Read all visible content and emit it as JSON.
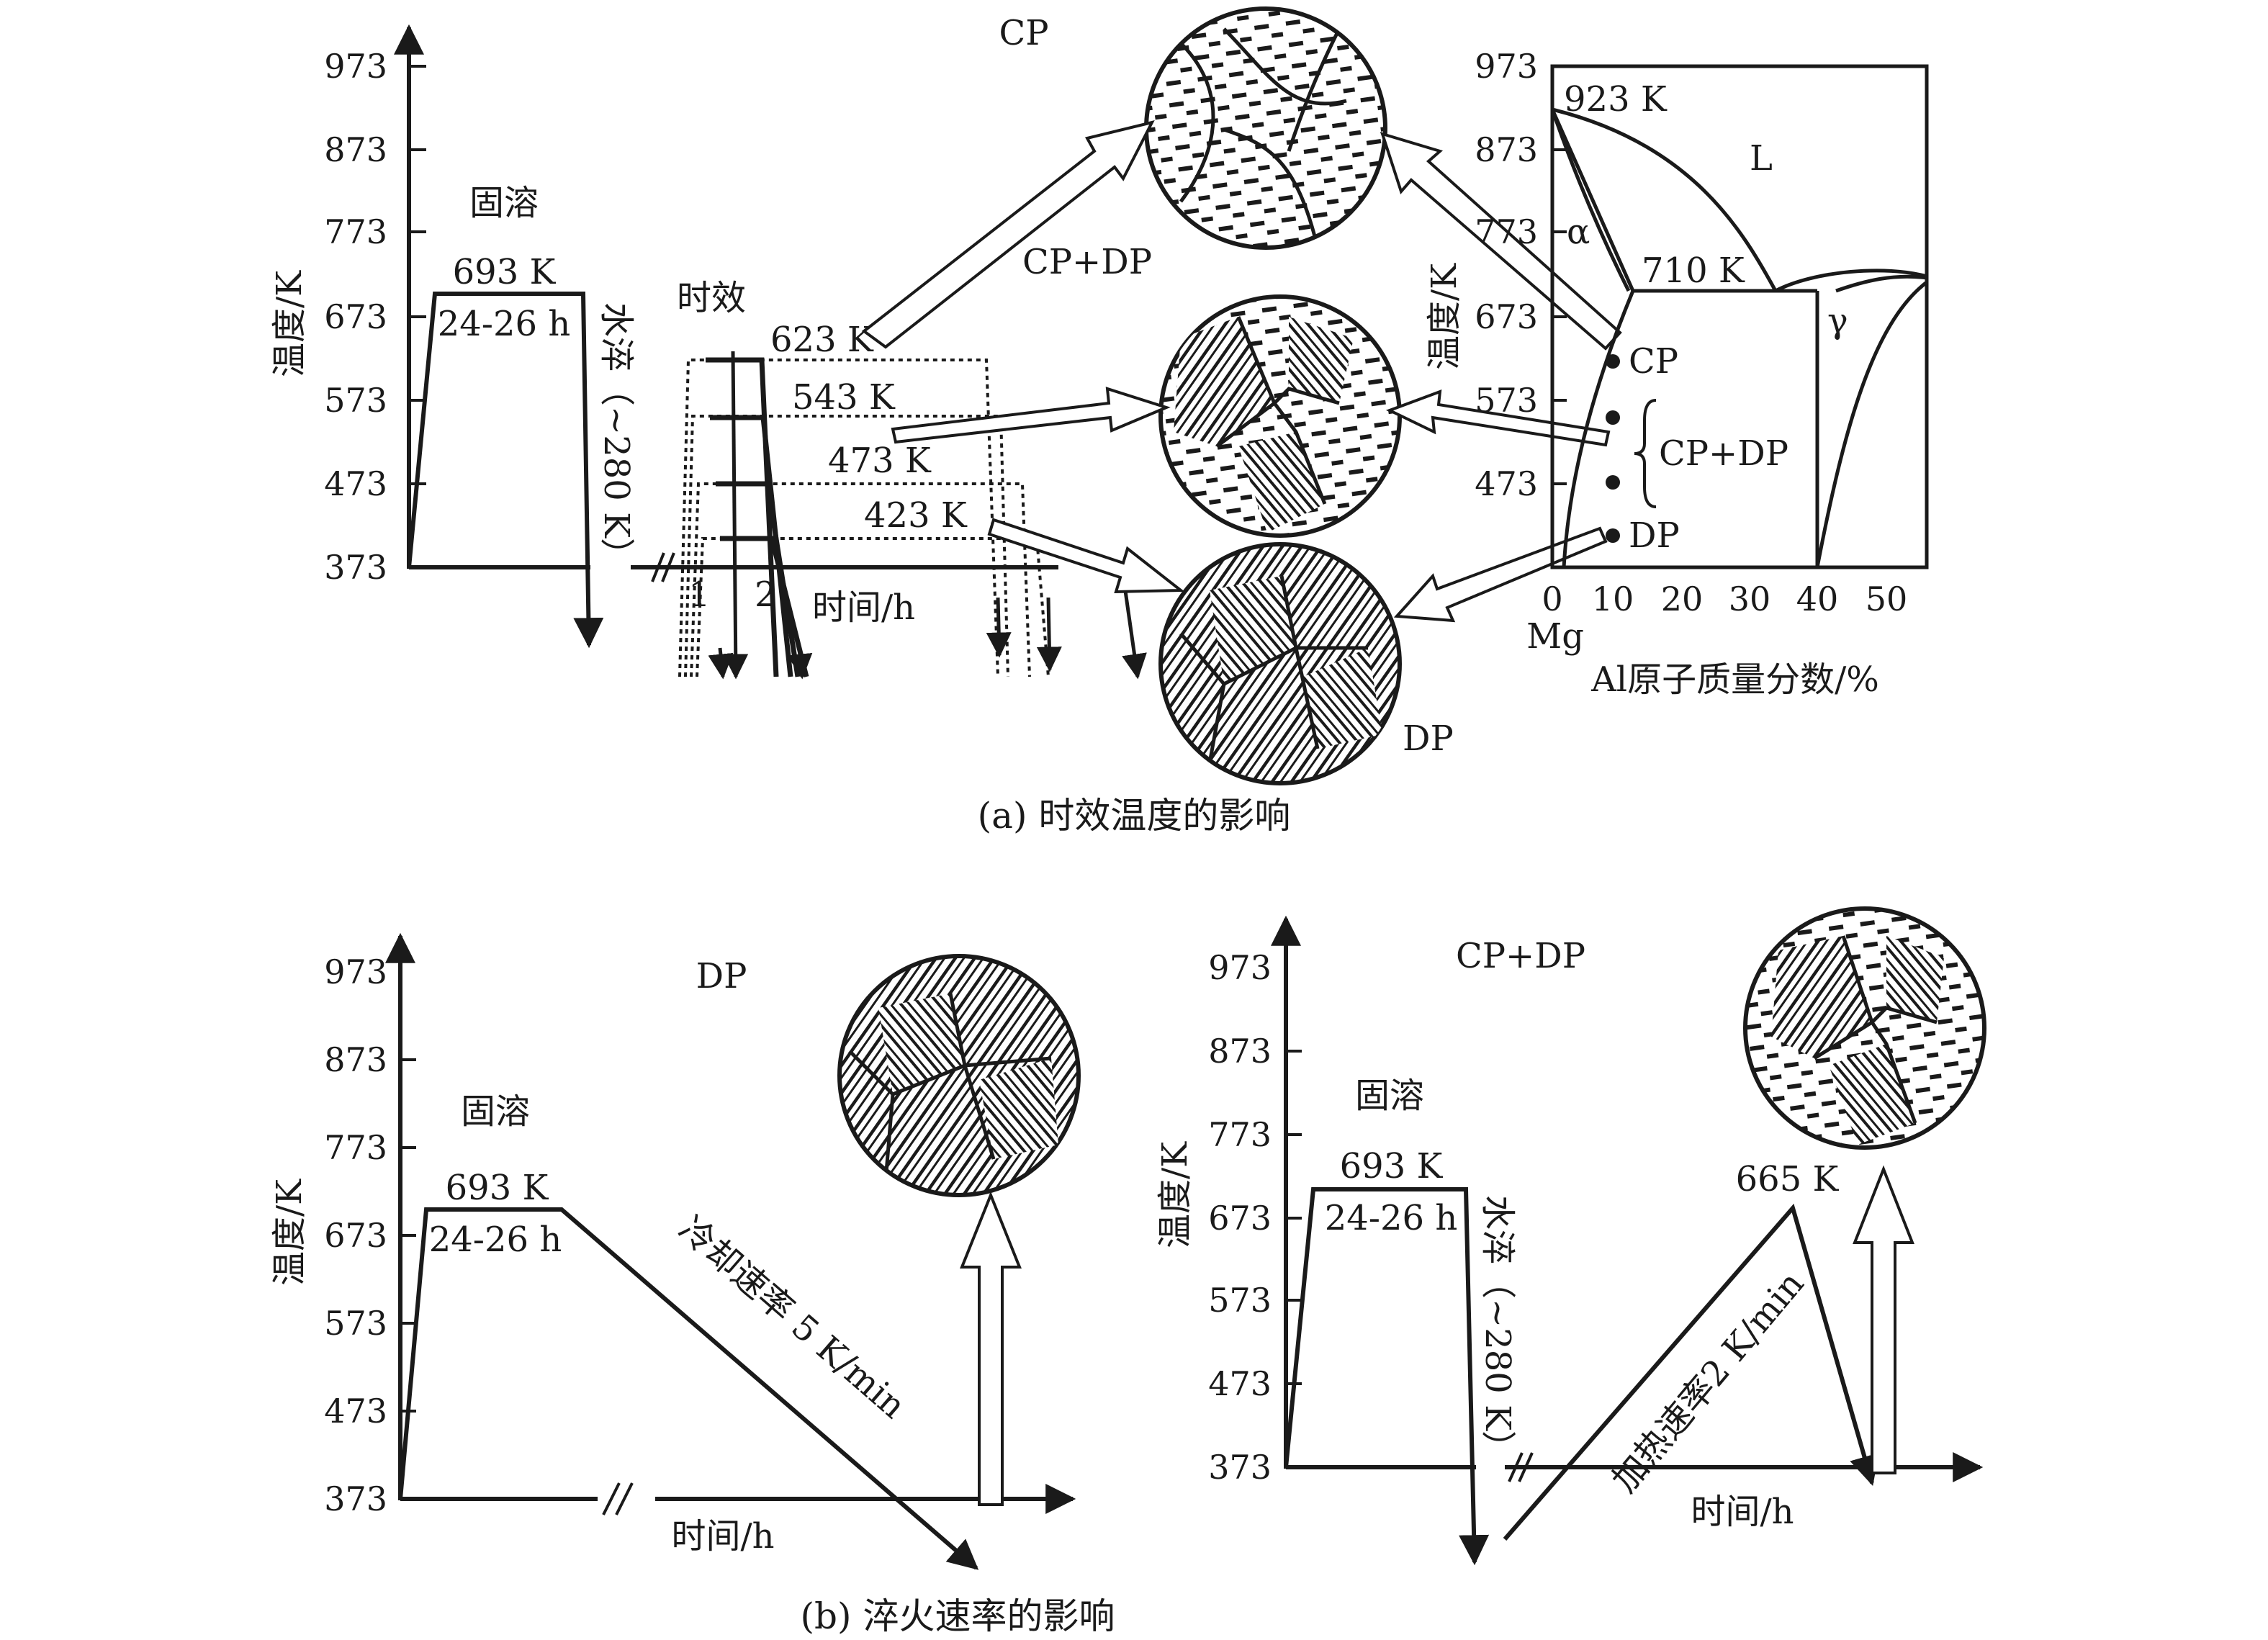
{
  "yticks": [
    "973",
    "873",
    "773",
    "673",
    "573",
    "473",
    "373"
  ],
  "ylabel": "温度/K",
  "xlabel_time": "时间/h",
  "solution": {
    "label": "固溶",
    "temp": "693 K",
    "time": "24-26 h"
  },
  "quench": "水淬（~280 K）",
  "panel_a": {
    "aging_label": "时效",
    "aging_temps": [
      "623 K",
      "543 K",
      "473 K",
      "423 K"
    ],
    "marks": [
      "1",
      "2"
    ],
    "micro_labels": {
      "cp": "CP",
      "cpdp": "CP+DP",
      "dp": "DP"
    },
    "phase": {
      "yticks": [
        "973",
        "873",
        "773",
        "673",
        "573",
        "473"
      ],
      "xticks": [
        "0",
        "10",
        "20",
        "30",
        "40",
        "50"
      ],
      "mg": "Mg",
      "xlabel": "Al原子质量分数/%",
      "t923": "923 K",
      "t710": "710 K",
      "alpha": "α",
      "gamma": "γ",
      "L": "L",
      "pt_cp": "CP",
      "pt_cpdp": "CP+DP",
      "pt_dp": "DP"
    },
    "caption": "(a) 时效温度的影响"
  },
  "panel_b": {
    "left": {
      "title": "DP",
      "cooling": "冷却速率 5 K/min"
    },
    "right": {
      "title": "CP+DP",
      "heating": "加热速率2 K/min",
      "peak": "665 K"
    },
    "caption": "(b) 淬火速率的影响"
  }
}
